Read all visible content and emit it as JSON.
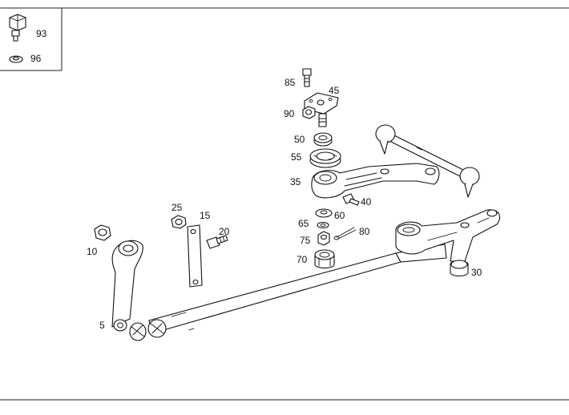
{
  "callouts": {
    "p93": "93",
    "p96": "96",
    "p85": "85",
    "p45": "45",
    "p90": "90",
    "p50": "50",
    "p55": "55",
    "p35": "35",
    "p40": "40",
    "p60": "60",
    "p65": "65",
    "p80": "80",
    "p75": "75",
    "p70": "70",
    "p25": "25",
    "p15": "15",
    "p20": "20",
    "p10": "10",
    "p5": "5",
    "p30": "30"
  }
}
